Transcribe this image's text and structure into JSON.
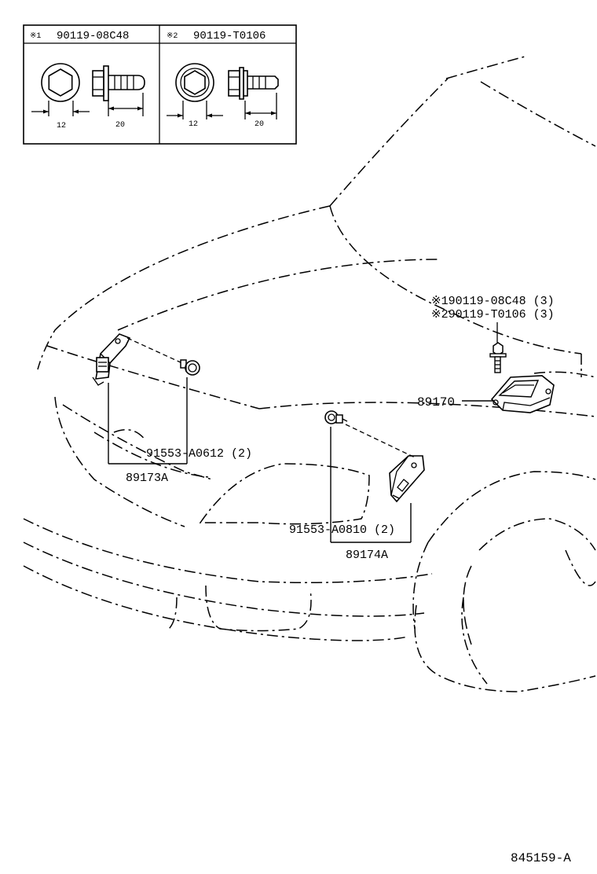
{
  "fastener_table": {
    "columns": [
      {
        "mark": "※1",
        "part_no": "90119-08C48",
        "head_dim": "12",
        "length_dim": "20"
      },
      {
        "mark": "※2",
        "part_no": "90119-T0106",
        "head_dim": "12",
        "length_dim": "20"
      }
    ]
  },
  "callouts": {
    "bolt_ref_1": "※190119-08C48 (3)",
    "bolt_ref_2": "※290119-T0106 (3)",
    "unit_89170": "89170",
    "bolt_91553_a0612": "91553-A0612 (2)",
    "sensor_89173a": "89173A",
    "bolt_91553_a0810": "91553-A0810 (2)",
    "sensor_89174a": "89174A"
  },
  "diagram_id": "845159-A",
  "colors": {
    "ink": "#000000",
    "paper": "#ffffff"
  }
}
